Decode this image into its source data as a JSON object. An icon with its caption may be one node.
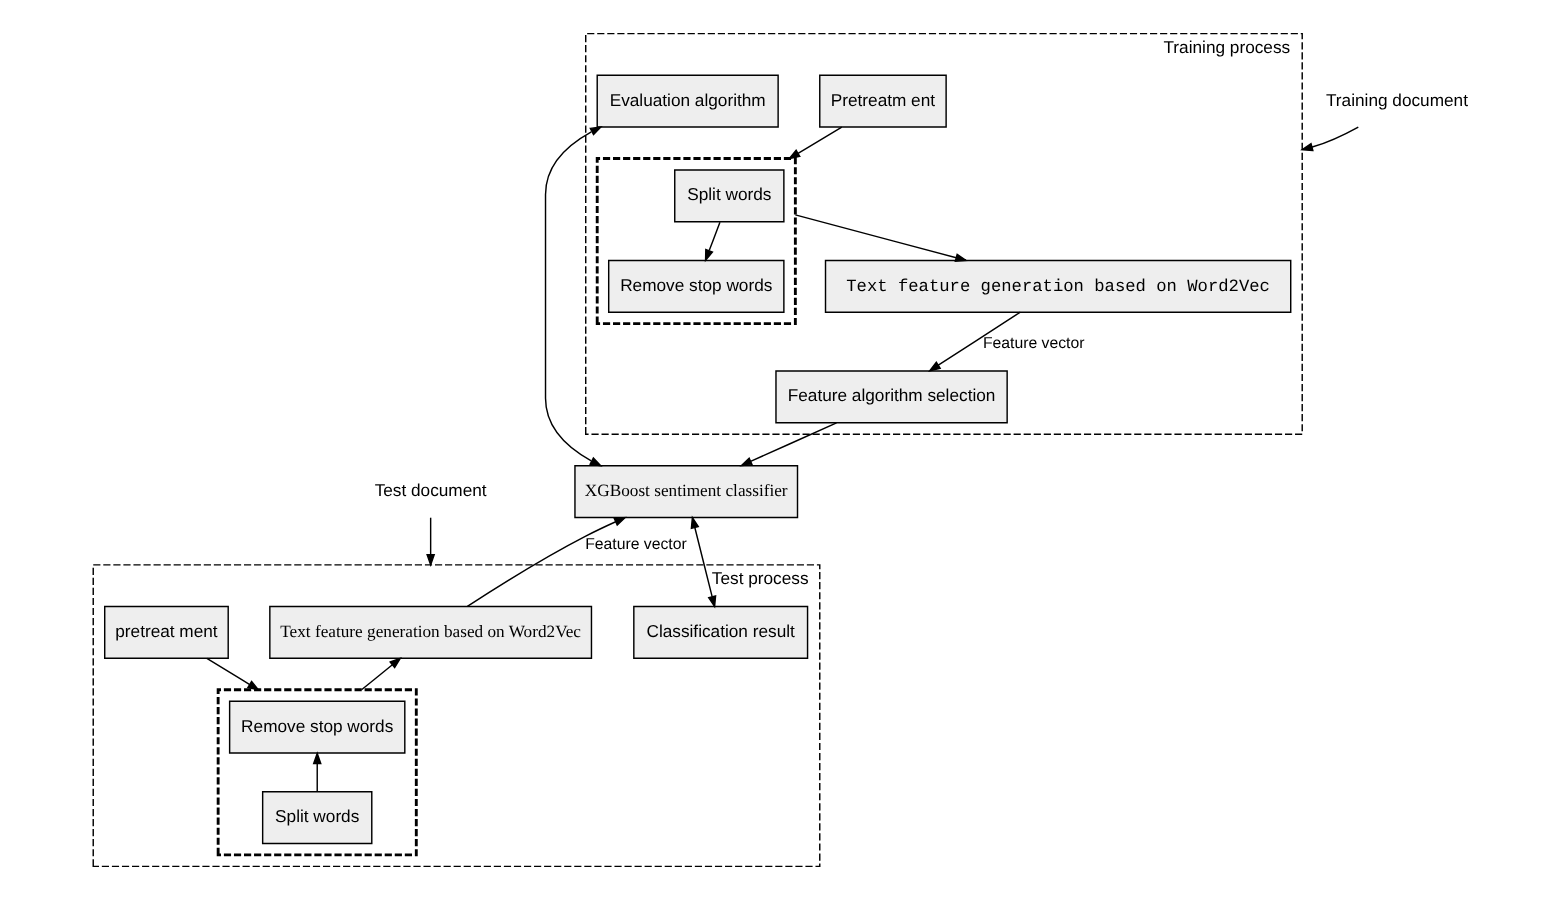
{
  "diagram": {
    "nodes": [
      {
        "text": [
          "Training process"
        ]
      },
      {
        "text": [],
        "shape": "box",
        "in": 0
      },
      {
        "text": [
          "Split words"
        ],
        "in": 1
      },
      {
        "text": [
          "Remove stop words"
        ],
        "in": 1
      },
      {
        "text": [
          "Pretreatm ent"
        ],
        "in": 0
      },
      {
        "text": [
          "Training document"
        ]
      },
      {
        "text": [
          "Text feature generation based on Word2Vec"
        ],
        "in": 0
      },
      {
        "text": [
          "Feature algorithm selection"
        ],
        "in": 0
      },
      {
        "text": [
          "Evaluation algorithm"
        ],
        "in": 0
      },
      {
        "text": [
          "XGBoost sentiment classifier"
        ]
      },
      {
        "text": [
          "Test process"
        ]
      },
      {
        "text": [
          "Test document"
        ]
      },
      {
        "text": [
          "Text feature generation based on Word2Vec"
        ],
        "in": 10
      },
      {
        "text": [
          "Classification result"
        ],
        "in": 10
      },
      {
        "text": [],
        "shape": "box",
        "in": 10
      },
      {
        "text": [
          "Remove stop words"
        ],
        "in": 14
      },
      {
        "text": [
          "Split words"
        ],
        "in": 14
      },
      {
        "text": [
          "pretreat ment"
        ],
        "in": 10
      }
    ],
    "edges": [
      {
        "from": 4,
        "to": 1,
        "arrow": "to"
      },
      {
        "from": 2,
        "to": 3,
        "arrow": "to"
      },
      {
        "from": 1,
        "to": 6,
        "arrow": "to"
      },
      {
        "from": 5,
        "to": 0,
        "arrow": "to"
      },
      {
        "from": 6,
        "to": 7,
        "label": "Feature vector",
        "arrow": "to"
      },
      {
        "from": 7,
        "to": 9,
        "arrow": "to"
      },
      {
        "from": 9,
        "to": 8,
        "arrow": "both"
      },
      {
        "from": 12,
        "to": 9,
        "label": "Feature vector",
        "arrow": "to"
      },
      {
        "from": 9,
        "to": 13,
        "arrow": "both"
      },
      {
        "from": 14,
        "to": 12,
        "arrow": "to"
      },
      {
        "from": 16,
        "to": 15,
        "arrow": "to"
      },
      {
        "from": 17,
        "to": 14,
        "arrow": "to"
      },
      {
        "from": 11,
        "to": 10,
        "arrow": "to"
      }
    ]
  }
}
